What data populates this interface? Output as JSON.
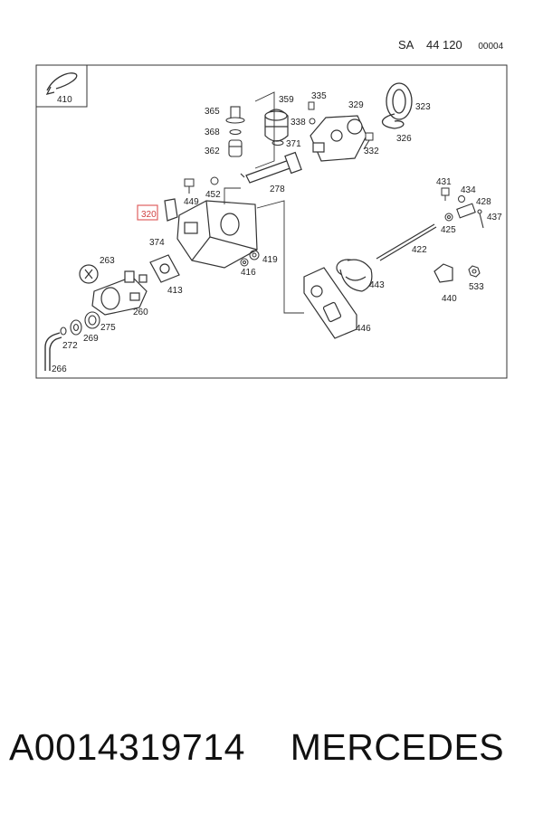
{
  "header": {
    "prefix": "SA",
    "group_number": "44 120",
    "sheet_code": "00004"
  },
  "highlight_color": "#e06060",
  "highlighted_part": "320",
  "callouts": {
    "c410": "410",
    "c365": "365",
    "c359": "359",
    "c335": "335",
    "c329": "329",
    "c323": "323",
    "c368": "368",
    "c338": "338",
    "c362": "362",
    "c371": "371",
    "c332": "332",
    "c326": "326",
    "c278": "278",
    "c449": "449",
    "c452": "452",
    "c320": "320",
    "c374": "374",
    "c263": "263",
    "c419": "419",
    "c416": "416",
    "c413": "413",
    "c260": "260",
    "c275": "275",
    "c269": "269",
    "c272": "272",
    "c266": "266",
    "c431": "431",
    "c434": "434",
    "c428": "428",
    "c437": "437",
    "c425": "425",
    "c422": "422",
    "c443": "443",
    "c440": "440",
    "c533": "533",
    "c446": "446"
  },
  "footer": {
    "part_number": "A0014319714",
    "brand": "MERCEDES"
  }
}
